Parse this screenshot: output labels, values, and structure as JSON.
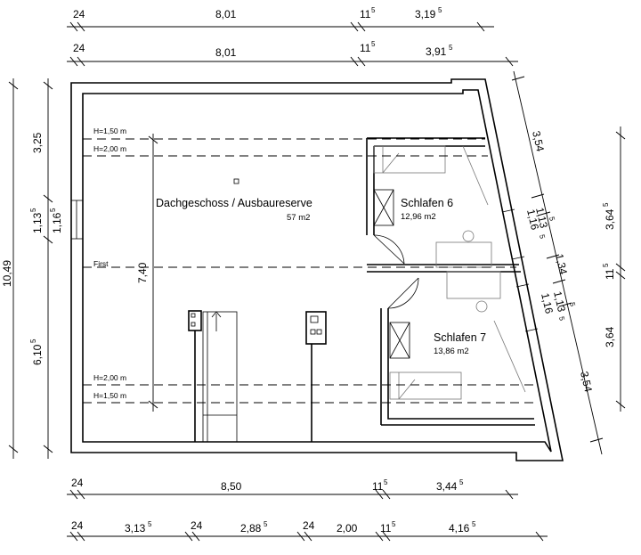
{
  "dimensions": {
    "top_row_1": [
      "24",
      "8,01",
      "11",
      "5",
      "3,19",
      "5"
    ],
    "top_row_2": [
      "24",
      "8,01",
      "11",
      "5",
      "3,91",
      "5"
    ],
    "bottom_row_1": [
      "24",
      "8,50",
      "11",
      "5",
      "3,44",
      "5"
    ],
    "bottom_row_2": [
      "24",
      "3,13",
      "5",
      "24",
      "2,88",
      "5",
      "24",
      "2,00",
      "11",
      "5",
      "4,16",
      "5"
    ],
    "left_outer": [
      "10,49"
    ],
    "left_inner": [
      "3,25",
      "1,13",
      "5",
      "1,16",
      "5",
      "6,10",
      "5"
    ],
    "interior_height": "7,40",
    "right_slanted": [
      "3,54",
      "1,13",
      "5",
      "1,16",
      "5",
      "1,34",
      "1,13",
      "5",
      "1,16",
      "5",
      "3,54"
    ],
    "right_vertical": [
      "3,64",
      "5",
      "11",
      "5",
      "3,64"
    ]
  },
  "rooms": {
    "attic": {
      "name": "Dachgeschoss / Ausbaureserve",
      "area": "57 m2"
    },
    "bedroom_6": {
      "name": "Schlafen 6",
      "area": "12,96 m2"
    },
    "bedroom_7": {
      "name": "Schlafen 7",
      "area": "13,86 m2"
    }
  },
  "height_lines": {
    "top_150": "H=1,50 m",
    "top_200": "H=2,00 m",
    "ridge": "First",
    "bottom_200": "H=2,00 m",
    "bottom_150": "H=1,50 m"
  }
}
